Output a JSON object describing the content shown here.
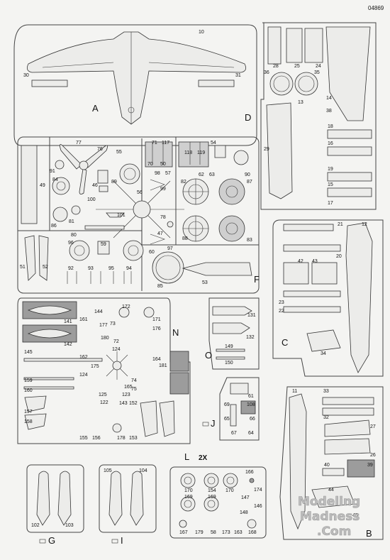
{
  "sheet_code": "04869",
  "sprues": {
    "A": {
      "letter": "A",
      "parts": [
        "10",
        "30",
        "31"
      ]
    },
    "D": {
      "letter": "D",
      "parts": [
        "28",
        "25",
        "24",
        "36",
        "35",
        "14",
        "13",
        "38",
        "29",
        "18",
        "16",
        "19",
        "15",
        "17"
      ]
    },
    "E": {
      "parts": [
        "77",
        "76",
        "91",
        "84",
        "49",
        "55",
        "86",
        "81",
        "46",
        "89",
        "71",
        "117",
        "118",
        "119",
        "70",
        "50",
        "54",
        "98",
        "57",
        "62",
        "63",
        "90",
        "56",
        "100",
        "101",
        "99",
        "82",
        "87",
        "78",
        "47",
        "88",
        "83",
        "80",
        "96",
        "59",
        "97",
        "51",
        "52",
        "60",
        "92",
        "93",
        "95",
        "94",
        "85",
        "53"
      ]
    },
    "F": {
      "letter": "F"
    },
    "C": {
      "letter": "C",
      "parts": [
        "21",
        "12",
        "20",
        "42",
        "43",
        "23",
        "22",
        "34"
      ]
    },
    "N": {
      "letter": "N",
      "parts": [
        "172",
        "144",
        "141",
        "161",
        "177",
        "73",
        "171",
        "176",
        "72",
        "142",
        "180",
        "124",
        "164",
        "145",
        "162",
        "175",
        "181",
        "74",
        "75",
        "159",
        "160",
        "124",
        "125",
        "165",
        "123",
        "122",
        "143",
        "152",
        "157",
        "158",
        "155",
        "156",
        "178",
        "153"
      ]
    },
    "O": {
      "letter": "O",
      "parts": [
        "131",
        "132",
        "149",
        "150"
      ]
    },
    "J": {
      "letter": "J",
      "parts": [
        "61",
        "69",
        "108",
        "65",
        "66",
        "67",
        "64"
      ]
    },
    "L": {
      "letter": "L",
      "parts": [
        "166",
        "174",
        "170",
        "154",
        "170",
        "169",
        "169",
        "147",
        "146",
        "148",
        "167",
        "179",
        "58",
        "173",
        "163",
        "168"
      ]
    },
    "G": {
      "letter": "G",
      "parts": [
        "102",
        "103"
      ]
    },
    "I": {
      "letter": "I",
      "parts": [
        "105",
        "104"
      ]
    },
    "B": {
      "letter": "B",
      "parts": [
        "11",
        "33",
        "32",
        "27",
        "26",
        "40",
        "39",
        "44",
        "45"
      ]
    }
  },
  "count_label": "2X",
  "watermark": {
    "line1": "Modeling",
    "line2": "Madness",
    "line3": ".Com"
  },
  "colors": {
    "paper": "#f4f4f2",
    "ink": "#222222",
    "shade": "#9c9c9c"
  }
}
